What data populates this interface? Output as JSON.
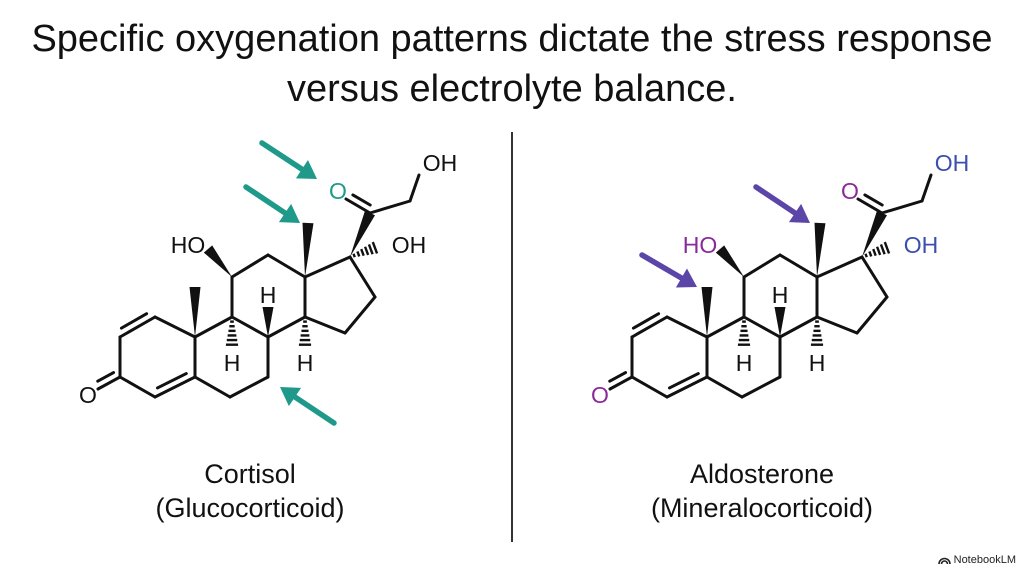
{
  "title": "Specific oxygenation patterns dictate the stress response versus electrolyte balance.",
  "left": {
    "name": "Cortisol",
    "class": "(Glucocorticoid)",
    "labels": {
      "ketone_o": "O",
      "side_o": "O",
      "side_oh": "OH",
      "c11_oh": "HO",
      "c17_oh": "OH",
      "h8": "H",
      "h9": "H",
      "h14": "H"
    },
    "colors": {
      "arrow": "#1f9a8a",
      "side_o": "#1f9a8a",
      "ketone_o": "#111111",
      "side_oh": "#111111",
      "c11_oh": "#111111",
      "c17_oh": "#111111"
    }
  },
  "right": {
    "name": "Aldosterone",
    "class": "(Mineralocorticoid)",
    "labels": {
      "ketone_o": "O",
      "side_o": "O",
      "side_oh": "OH",
      "c11_oh": "HO",
      "c17_oh": "OH",
      "h8": "H",
      "h9": "H",
      "h14": "H"
    },
    "colors": {
      "arrow": "#5b45a8",
      "side_o": "#8a2a9a",
      "ketone_o": "#8a2a9a",
      "side_oh": "#3a4fae",
      "c11_oh": "#8a2a9a",
      "c17_oh": "#3a4fae"
    }
  },
  "brand": {
    "logo": "notebooklm-icon",
    "text": "NotebookLM"
  }
}
